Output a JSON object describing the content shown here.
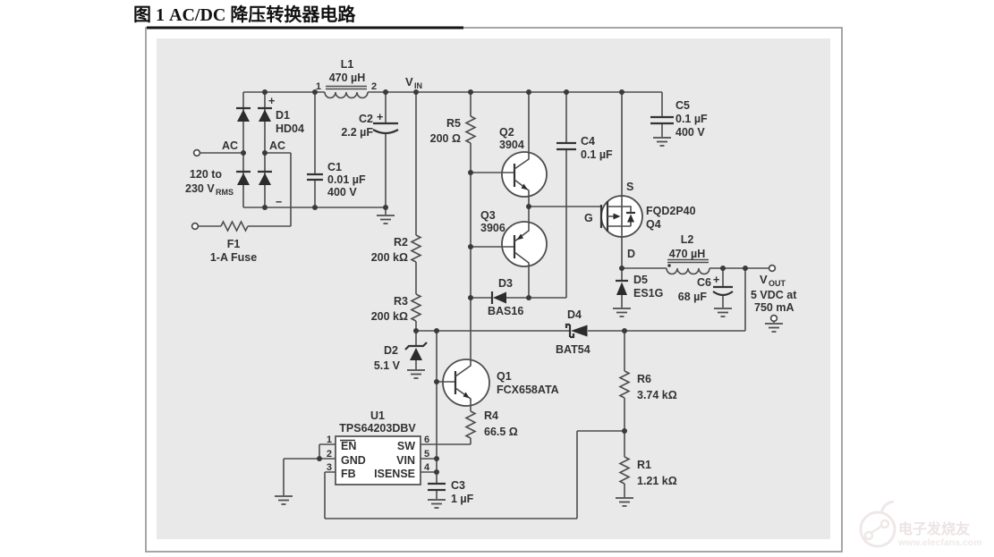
{
  "title": "图 1 AC/DC 降压转换器电路",
  "watermark": {
    "brand": "电子发烧友",
    "url": "www.elecfans.com"
  },
  "sch": {
    "l1": "L1",
    "l1_val": "470 µH",
    "l1_p1": "1",
    "l1_p2": "2",
    "vin_v": "V",
    "vin_sub": "IN",
    "c2": "C2",
    "c2_plus": "+",
    "c2_val": "2.2 µF",
    "c1": "C1",
    "c1_val": "0.01 µF",
    "c1_volt": "400 V",
    "d1": "D1",
    "d1_part": "HD04",
    "br_plus": "+",
    "br_minus": "−",
    "ac1": "AC",
    "ac2": "AC",
    "range1": "120 to",
    "range2": "230 V",
    "range_sub": "RMS",
    "f1": "F1",
    "f1_val": "1-A Fuse",
    "r2": "R2",
    "r2_val": "200 kΩ",
    "r3": "R3",
    "r3_val": "200 kΩ",
    "r5": "R5",
    "r5_val": "200 Ω",
    "q2": "Q2",
    "q2_part": "3904",
    "q3": "Q3",
    "q3_part": "3906",
    "c4": "C4",
    "c4_val": "0.1 µF",
    "c5": "C5",
    "c5_val": "0.1 µF",
    "c5_volt": "400 V",
    "q4_s": "S",
    "q4_g": "G",
    "q4_d": "D",
    "q4_part": "FQD2P40",
    "q4": "Q4",
    "l2": "L2",
    "l2_val": "470 µH",
    "d5": "D5",
    "d5_part": "ES1G",
    "c6": "C6",
    "c6_plus": "+",
    "c6_val": "68 µF",
    "vout_v": "V",
    "vout_sub": "OUT",
    "vout_line1": "5 VDC at",
    "vout_line2": "750 mA",
    "d3": "D3",
    "d3_part": "BAS16",
    "d4": "D4",
    "d4_part": "BAT54",
    "d2": "D2",
    "d2_val": "5.1 V",
    "q1": "Q1",
    "q1_part": "FCX658ATA",
    "r4": "R4",
    "r4_val": "66.5 Ω",
    "u1": "U1",
    "u1_part": "TPS64203DBV",
    "pin1": "1",
    "pin2": "2",
    "pin3": "3",
    "pin4": "4",
    "pin5": "5",
    "pin6": "6",
    "en": "EN",
    "gnd": "GND",
    "fb": "FB",
    "sw": "SW",
    "vin_pin": "VIN",
    "isense": "ISENSE",
    "c3": "C3",
    "c3_val": "1 µF",
    "r6": "R6",
    "r6_val": "3.74 kΩ",
    "r1": "R1",
    "r1_val": "1.21 kΩ"
  }
}
